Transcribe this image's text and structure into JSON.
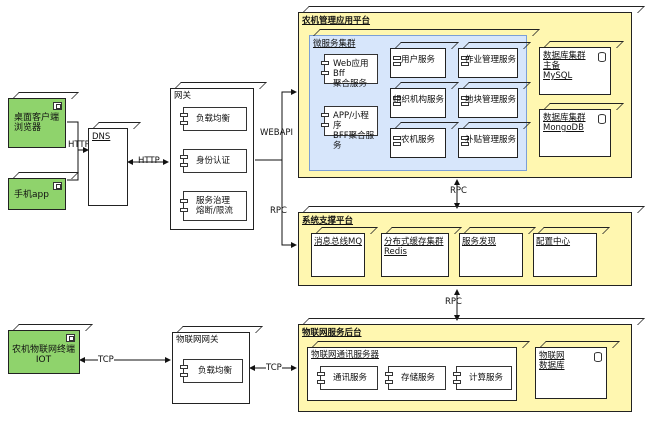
{
  "clients": {
    "desktop": "桌面客户端\n浏览器",
    "mobile": "手机app",
    "iot_terminal": "农机物联网终端\nIOT"
  },
  "dns": {
    "label": "DNS"
  },
  "gateway": {
    "title": "网关",
    "components": [
      "负载均衡",
      "身份认证",
      "服务治理\n熔断/限流"
    ]
  },
  "iot_gateway": {
    "title": "物联网网关",
    "component": "负载均衡"
  },
  "app_platform": {
    "title": "农机管理应用平台",
    "microservices": {
      "title": "微服务集群",
      "bff": [
        "Web应用Bff\n聚合服务",
        "APP/小程序\nBFF聚合服务"
      ],
      "services": [
        "用户服务",
        "组织机构服务",
        "农机服务",
        "作业管理服务",
        "地块管理服务",
        "补贴管理服务"
      ]
    },
    "databases": [
      {
        "label": "数据库集群\n主备\nMySQL"
      },
      {
        "label": "数据库集群\nMongoDB"
      }
    ]
  },
  "support_platform": {
    "title": "系统支撑平台",
    "items": [
      "消息总线MQ",
      "分布式缓存集群\nRedis",
      "服务发现",
      "配置中心"
    ]
  },
  "iot_platform": {
    "title": "物联网服务后台",
    "server": {
      "title": "物联网通讯服务器",
      "components": [
        "通讯服务",
        "存储服务",
        "计算服务"
      ]
    },
    "database": "物联网\n数据库"
  },
  "edges": {
    "http1": "HTTP",
    "http2": "HTTP",
    "webapi": "WEBAPI",
    "rpc_gw": "RPC",
    "rpc_app_support": "RPC",
    "rpc_support_iot": "RPC",
    "tcp1": "TCP",
    "tcp2": "TCP"
  }
}
